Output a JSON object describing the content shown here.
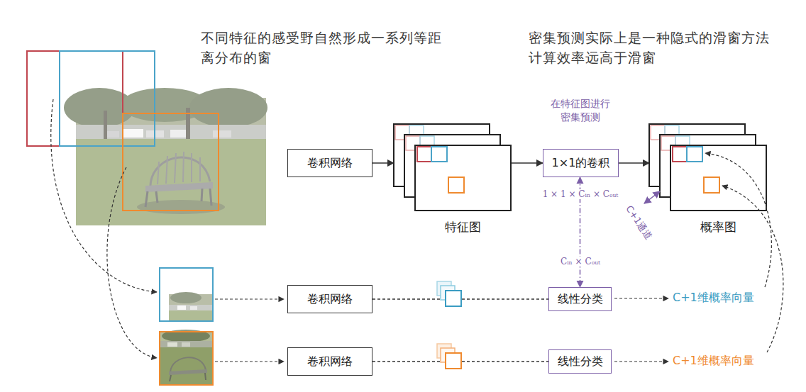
{
  "diagram": {
    "nodes": [
      {
        "text": [
          "卷积网络"
        ]
      },
      {
        "text": [
          "特征图"
        ]
      },
      {
        "text": [
          "1×1的卷积"
        ]
      },
      {
        "text": [
          "概率图"
        ]
      },
      {
        "text": [
          "卷积网络"
        ]
      },
      {
        "text": [
          "线性分类"
        ]
      },
      {
        "text": [
          "卷积网络"
        ]
      },
      {
        "text": [
          "线性分类"
        ]
      }
    ],
    "edges": [
      {
        "from": 0,
        "to": 1,
        "arrow": "to"
      },
      {
        "from": 1,
        "to": 2,
        "arrow": "to"
      },
      {
        "from": 2,
        "to": 3,
        "arrow": "to"
      },
      {
        "from": 2,
        "to": 5,
        "arrow": "both"
      },
      {
        "from": 4,
        "to": 5,
        "arrow": "none"
      },
      {
        "from": 6,
        "to": 7,
        "arrow": "none"
      }
    ],
    "labels": [
      "不同特征的感受野自然形成一系列等距 离分布的窗",
      "密集预测实际上是一种隐式的滑窗方法 计算效率远高于滑窗",
      "在特征图进行 密集预测",
      "1 × 1 × Cᵢₙ × Cₒᵤₜ",
      "C+1通道",
      "Cᵢₙ × Cₒᵤₜ",
      "C+1维概率向量",
      "C+1维概率向量"
    ]
  }
}
